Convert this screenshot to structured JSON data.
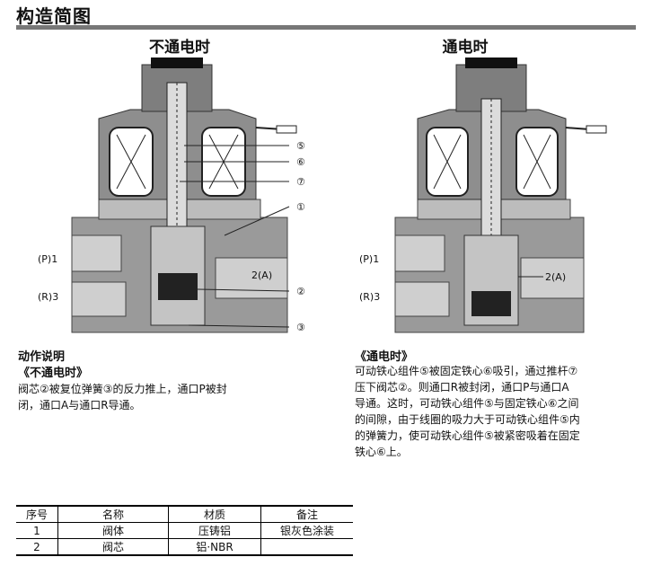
{
  "section_title": "构造简图",
  "states": {
    "off_title": "不通电时",
    "on_title": "通电时"
  },
  "callouts": {
    "n5": "⑤",
    "n6": "⑥",
    "n7": "⑦",
    "n1": "①",
    "n2": "②",
    "n3": "③"
  },
  "port_labels": {
    "p": "(P)1",
    "a": "2(A)",
    "r": "(R)3"
  },
  "description": {
    "heading": "动作说明",
    "off_heading": "《不通电时》",
    "off_text_line1": "阀芯②被复位弹簧③的反力推上，通口P被封",
    "off_text_line2": "闭，通口A与通口R导通。",
    "on_heading": "《通电时》",
    "on_text_lines": [
      "可动铁心组件⑤被固定铁心⑥吸引，通过推杆⑦",
      "压下阀芯②。则通口R被封闭，通口P与通口A",
      "导通。这时，可动铁心组件⑤与固定铁心⑥之间",
      "的间隙，由于线圈的吸力大于可动铁心组件⑤内",
      "的弹簧力，使可动铁心组件⑤被紧密吸着在固定",
      "铁心⑥上。"
    ]
  },
  "parts_table": {
    "headers": [
      "序号",
      "名称",
      "材质",
      "备注"
    ],
    "rows": [
      [
        "1",
        "阀体",
        "压铸铝",
        "银灰色涂装"
      ],
      [
        "2",
        "阀芯",
        "铝·NBR",
        ""
      ]
    ]
  },
  "colors": {
    "rule": "#777777",
    "body_gray": "#9a9a9a",
    "light_gray": "#d4d4d4",
    "dark": "#222222"
  }
}
